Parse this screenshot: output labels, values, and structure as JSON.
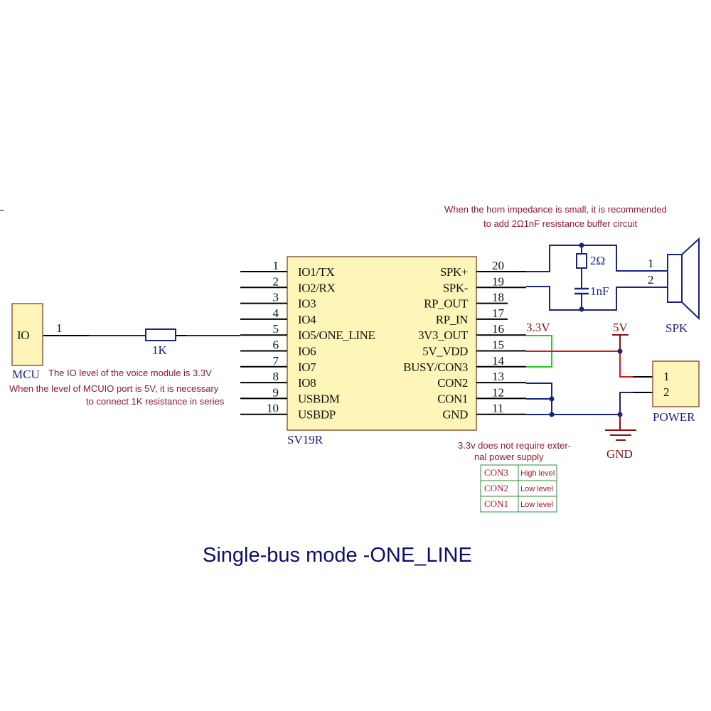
{
  "title": "Single-bus mode -ONE_LINE",
  "colors": {
    "chip_fill": "#fdf6b8",
    "chip_border": "#8b5a3c",
    "wire_black": "#000000",
    "wire_blue": "#1a237e",
    "wire_red": "#d11a1a",
    "wire_green": "#22cc22",
    "ground_red": "#8b1010",
    "note_red": "#8b1a2b",
    "title_blue": "#0d0d6b",
    "table_border": "#3a8a3a"
  },
  "mcu": {
    "pin_label": "IO",
    "pin_number": "1",
    "name": "MCU"
  },
  "resistor": {
    "value": "1K"
  },
  "chip": {
    "name": "SV19R",
    "left_pins": [
      {
        "num": "1",
        "label": "IO1/TX"
      },
      {
        "num": "2",
        "label": "IO2/RX"
      },
      {
        "num": "3",
        "label": "IO3"
      },
      {
        "num": "4",
        "label": "IO4"
      },
      {
        "num": "5",
        "label": "IO5/ONE_LINE"
      },
      {
        "num": "6",
        "label": "IO6"
      },
      {
        "num": "7",
        "label": "IO7"
      },
      {
        "num": "8",
        "label": "IO8"
      },
      {
        "num": "9",
        "label": "USBDM"
      },
      {
        "num": "10",
        "label": "USBDP"
      }
    ],
    "right_pins": [
      {
        "num": "20",
        "label": "SPK+"
      },
      {
        "num": "19",
        "label": "SPK-"
      },
      {
        "num": "18",
        "label": "RP_OUT"
      },
      {
        "num": "17",
        "label": "RP_IN"
      },
      {
        "num": "16",
        "label": "3V3_OUT"
      },
      {
        "num": "15",
        "label": "5V_VDD"
      },
      {
        "num": "14",
        "label": "BUSY/CON3"
      },
      {
        "num": "13",
        "label": "CON2"
      },
      {
        "num": "12",
        "label": "CON1"
      },
      {
        "num": "11",
        "label": "GND"
      }
    ]
  },
  "notes": {
    "io_level_line1": "The IO level of the voice module is 3.3V",
    "io_level_line2": "When the level of MCUIO port is 5V, it is necessary",
    "io_level_line3": "to connect 1K resistance in series",
    "horn_line1": "When the horn impedance is small, it is recommended",
    "horn_line2": "to add 2Ω1nF resistance buffer circuit",
    "supply_line1": "3.3v does not require exter-",
    "supply_line2": "nal power supply"
  },
  "buffer": {
    "resistor_value": "2Ω",
    "capacitor_value": "1nF"
  },
  "speaker": {
    "name": "SPK",
    "pin1": "1",
    "pin2": "2"
  },
  "power": {
    "name": "POWER",
    "pin1": "1",
    "pin2": "2",
    "rail_3v3": "3.3V",
    "rail_5v": "5V",
    "ground": "GND"
  },
  "con_table": [
    {
      "pin": "CON3",
      "level": "High level"
    },
    {
      "pin": "CON2",
      "level": "Low level"
    },
    {
      "pin": "CON1",
      "level": "Low level"
    }
  ]
}
